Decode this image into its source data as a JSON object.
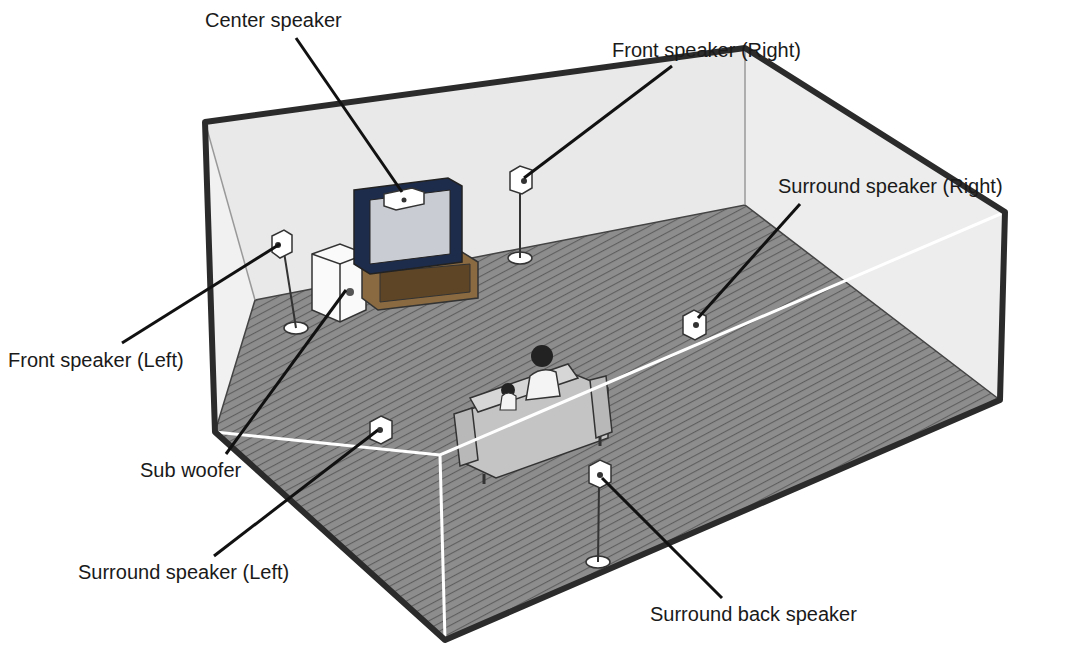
{
  "diagram": {
    "labels": [
      "Center speaker",
      "Front speaker (Right)",
      "Surround speaker (Right)",
      "Front speaker (Left)",
      "Sub woofer",
      "Surround speaker (Left)",
      "Surround back speaker"
    ]
  }
}
